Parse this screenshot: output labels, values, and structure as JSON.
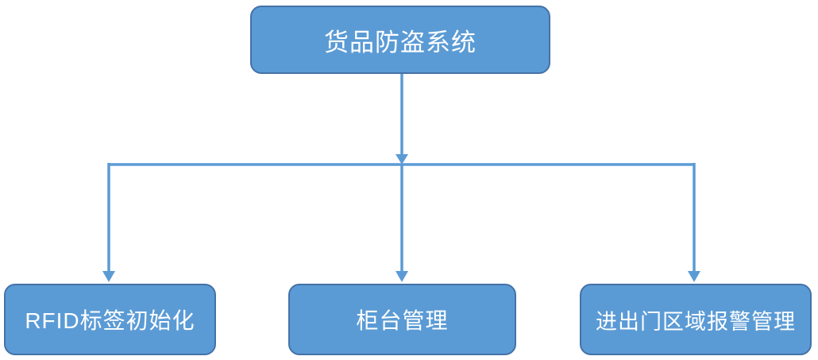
{
  "diagram": {
    "type": "flowchart",
    "root": {
      "label": "货品防盗系统"
    },
    "children": [
      {
        "label": "RFID标签初始化"
      },
      {
        "label": "柜台管理"
      },
      {
        "label": "进出门区域报警管理"
      }
    ],
    "edges": [
      {
        "from": "货品防盗系统",
        "to": "RFID标签初始化"
      },
      {
        "from": "货品防盗系统",
        "to": "柜台管理"
      },
      {
        "from": "货品防盗系统",
        "to": "进出门区域报警管理"
      }
    ]
  },
  "colors": {
    "node_fill": "#5B9BD5",
    "node_border": "#4472A8",
    "node_text": "#FFFFFF",
    "connector": "#5B9BD5",
    "background": "#FFFFFF"
  }
}
